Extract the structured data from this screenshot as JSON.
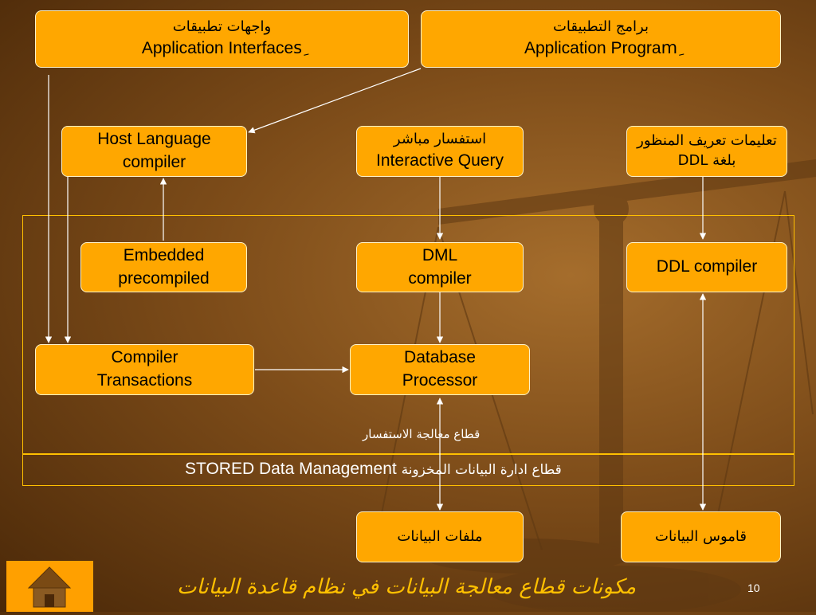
{
  "boxes": {
    "app_interfaces": {
      "ar": "واجهات تطبيقات",
      "en": "Application Interfacesِ"
    },
    "app_programs": {
      "ar": "برامج التطبيقات",
      "en": "Application Programِ"
    },
    "host_language": {
      "line1": "Host Language",
      "line2": "compiler"
    },
    "interactive_query": {
      "ar": "استفسار مباشر",
      "en": "Interactive Query"
    },
    "ddl_statements": {
      "line1": "تعليمات تعريف المنظور",
      "line2": "بلغة DDL"
    },
    "embedded_precompiled": {
      "line1": "Embedded",
      "line2": "precompiled"
    },
    "dml_compiler": {
      "line1": "DML",
      "line2": "compiler"
    },
    "ddl_compiler": {
      "line1": "DDL compiler"
    },
    "compiler_transactions": {
      "line1": "Compiler",
      "line2": "Transactions"
    },
    "database_processor": {
      "line1": "Database",
      "line2": "Processor"
    },
    "data_files": {
      "label": "ملفات البيانات"
    },
    "data_dictionary": {
      "label": "قاموس البيانات"
    }
  },
  "regions": {
    "query_processing_label": "قطاع معالجة الاستفسار",
    "stored_data_en": "STORED Data Management",
    "stored_data_ar": "قطاع ادارة البيانات المخزونة"
  },
  "footer": {
    "title": "مكونات قطاع معالجة البيانات في نظام قاعدة البيانات",
    "page_number": "10",
    "home_icon": "home-icon"
  },
  "colors": {
    "box_fill": "#ffa700",
    "region_border": "#ffc000",
    "title": "#ffc000",
    "background_dark": "#4a2808"
  }
}
